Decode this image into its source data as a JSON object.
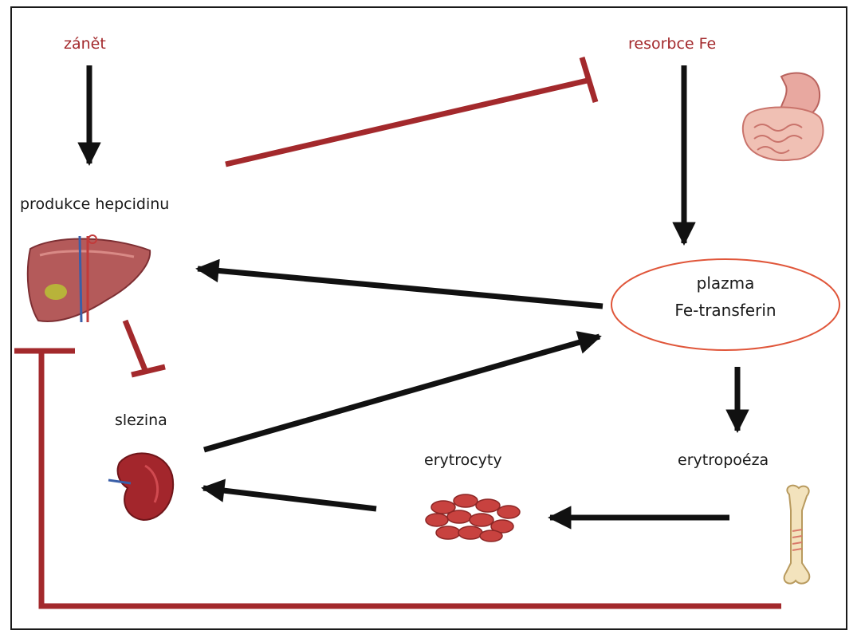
{
  "nodes": {
    "zanet": "zánět",
    "resorbce": "resorbce Fe",
    "hepcidin": "produkce hepcidinu",
    "plasma_line1": "plazma",
    "plasma_line2": "Fe-transferin",
    "spleen": "slezina",
    "erythrocytes": "erytrocyty",
    "erythropoiesis": "erytropoéza"
  },
  "icons": {
    "liver": "liver-icon",
    "intestine": "stomach-intestine-icon",
    "spleen": "spleen-icon",
    "erythrocytes": "red-blood-cells-icon",
    "bone": "bone-icon"
  },
  "colors": {
    "inhibition": "#a3292c",
    "activation": "#111111",
    "plasma_outline": "#e0563a",
    "label_red": "#a3292c"
  },
  "edges": [
    {
      "from": "zánět",
      "to": "produkce hepcidinu",
      "type": "activation"
    },
    {
      "from": "produkce hepcidinu",
      "to": "resorbce Fe",
      "type": "inhibition"
    },
    {
      "from": "resorbce Fe",
      "to": "plazma Fe-transferin",
      "type": "activation"
    },
    {
      "from": "plazma Fe-transferin",
      "to": "produkce hepcidinu",
      "type": "activation"
    },
    {
      "from": "produkce hepcidinu",
      "to": "slezina",
      "type": "inhibition"
    },
    {
      "from": "slezina",
      "to": "plazma Fe-transferin",
      "type": "activation"
    },
    {
      "from": "plazma Fe-transferin",
      "to": "erytropoéza",
      "type": "activation"
    },
    {
      "from": "erytropoéza",
      "to": "erytrocyty",
      "type": "activation"
    },
    {
      "from": "erytrocyty",
      "to": "slezina",
      "type": "activation"
    },
    {
      "from": "erytropoéza",
      "to": "produkce hepcidinu",
      "type": "inhibition"
    }
  ]
}
